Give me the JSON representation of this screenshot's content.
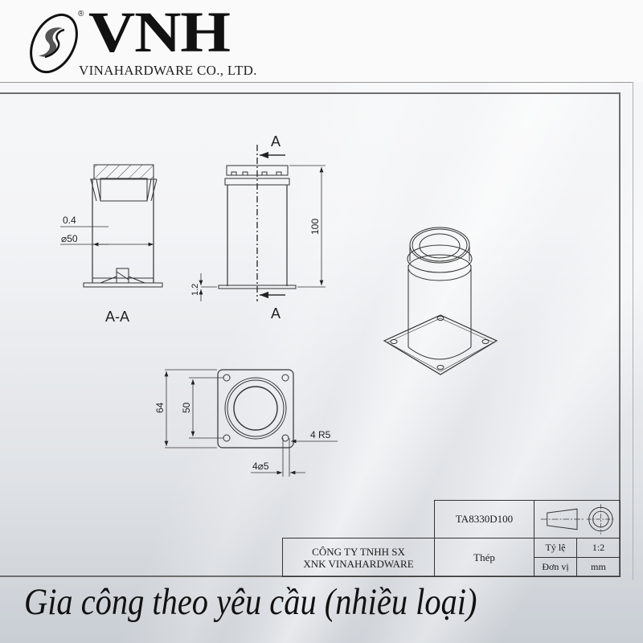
{
  "header": {
    "brand": "VNH",
    "registered_mark": "®",
    "subtitle": "VINAHARDWARE CO., LTD."
  },
  "drawing": {
    "section_view": {
      "label": "A-A",
      "dims": {
        "wall": "0.4",
        "diameter": "⌀50"
      }
    },
    "front_view": {
      "section_marker_top": "A",
      "section_marker_bottom": "A",
      "dims": {
        "height": "100",
        "plate_thickness": "1.2"
      }
    },
    "top_view": {
      "dims": {
        "outer": "64",
        "hole_spacing": "50",
        "corner_radius": "4 R5",
        "hole_dia": "4⌀5"
      }
    },
    "iso_view": {
      "label": ""
    }
  },
  "title_block": {
    "code": "TA8330D100",
    "company_line1": "CÔNG TY TNHH SX",
    "company_line2": "XNK VINAHARDWARE",
    "material": "Thép",
    "scale_label": "Tỷ lệ",
    "scale_value": "1:2",
    "unit_label": "Đơn vị",
    "unit_value": "mm"
  },
  "caption": "Gia công theo yêu cầu (nhiều loại)"
}
